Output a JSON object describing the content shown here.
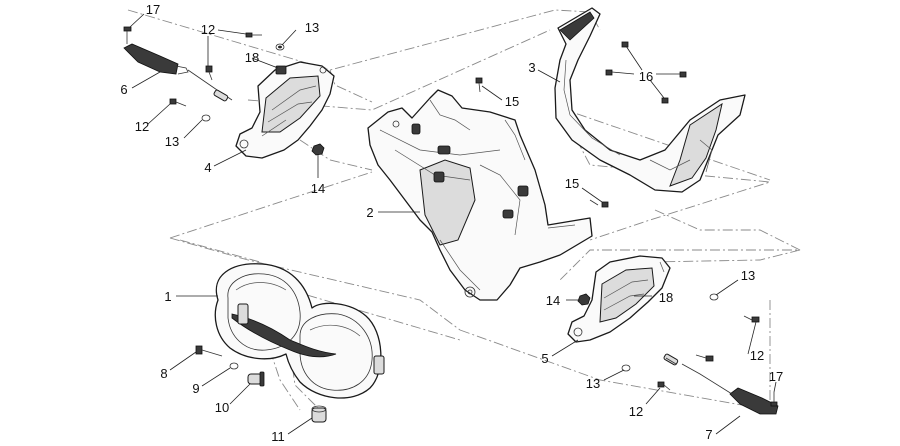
{
  "diagram": {
    "callouts": [
      {
        "id": "c17a",
        "label": "17"
      },
      {
        "id": "c12a",
        "label": "12"
      },
      {
        "id": "c13a",
        "label": "13"
      },
      {
        "id": "c18a",
        "label": "18"
      },
      {
        "id": "c6",
        "label": "6"
      },
      {
        "id": "c12b",
        "label": "12"
      },
      {
        "id": "c13b",
        "label": "13"
      },
      {
        "id": "c4",
        "label": "4"
      },
      {
        "id": "c14a",
        "label": "14"
      },
      {
        "id": "c15a",
        "label": "15"
      },
      {
        "id": "c3",
        "label": "3"
      },
      {
        "id": "c16",
        "label": "16"
      },
      {
        "id": "c2",
        "label": "2"
      },
      {
        "id": "c15b",
        "label": "15"
      },
      {
        "id": "c1",
        "label": "1"
      },
      {
        "id": "c13c",
        "label": "13"
      },
      {
        "id": "c14b",
        "label": "14"
      },
      {
        "id": "c18b",
        "label": "18"
      },
      {
        "id": "c5",
        "label": "5"
      },
      {
        "id": "c12c",
        "label": "12"
      },
      {
        "id": "c8",
        "label": "8"
      },
      {
        "id": "c9",
        "label": "9"
      },
      {
        "id": "c10",
        "label": "10"
      },
      {
        "id": "c13d",
        "label": "13"
      },
      {
        "id": "c17b",
        "label": "17"
      },
      {
        "id": "c12d",
        "label": "12"
      },
      {
        "id": "c11",
        "label": "11"
      },
      {
        "id": "c7",
        "label": "7"
      }
    ]
  }
}
